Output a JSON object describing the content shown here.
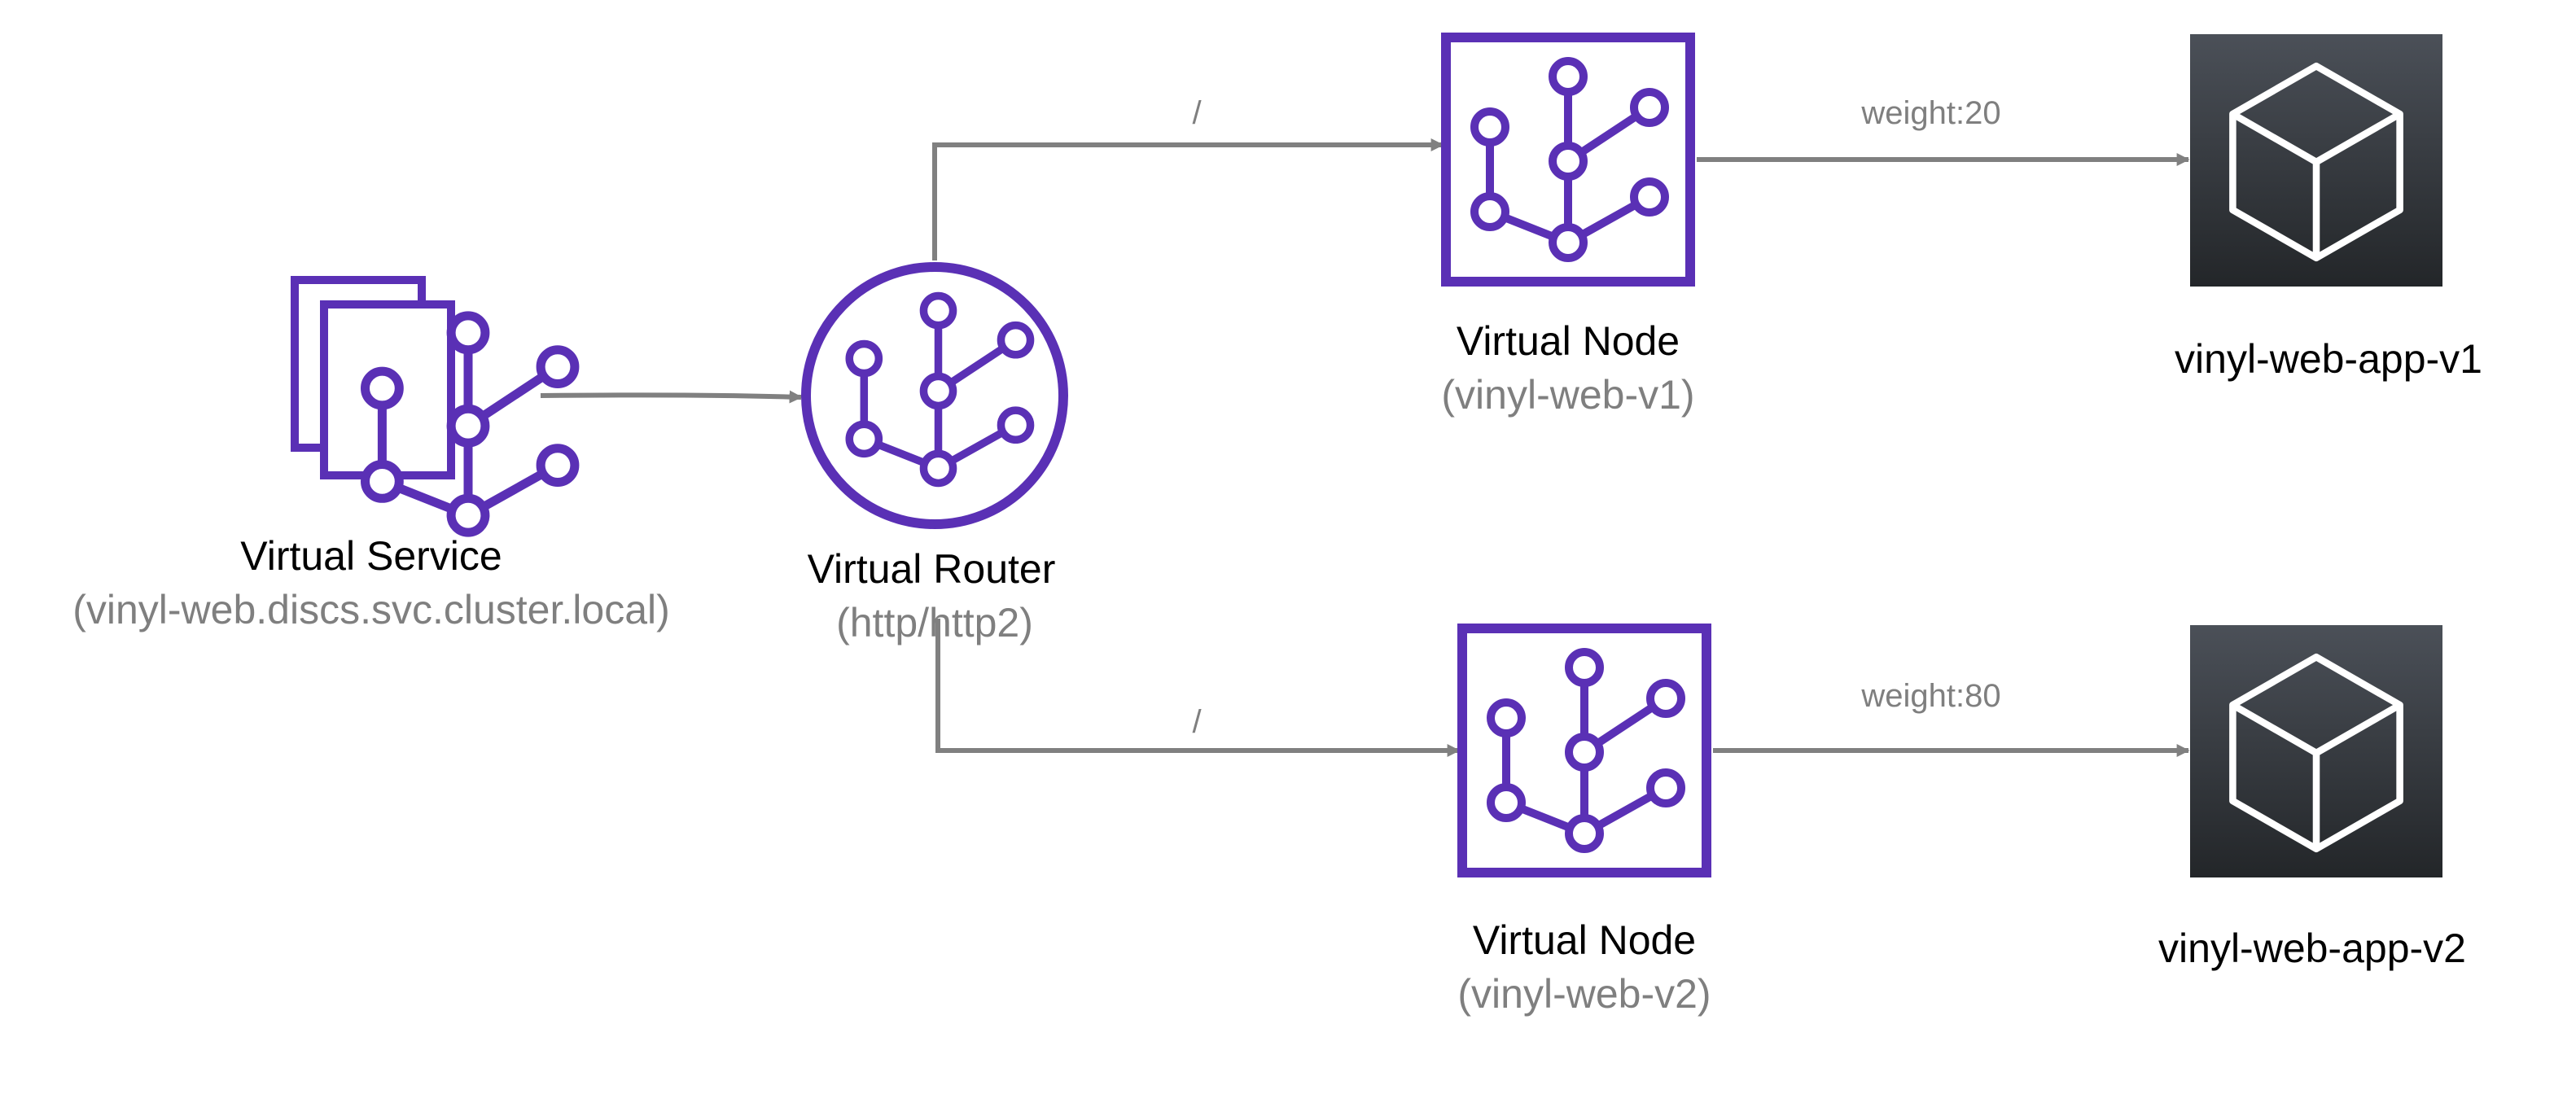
{
  "colors": {
    "mesh_purple": "#5a30b5",
    "arrow_gray": "#808080",
    "label_gray": "#7f7f7f",
    "tile_top": "#4b5058",
    "tile_bottom": "#232629"
  },
  "nodes": {
    "virtual_service": {
      "title": "Virtual Service",
      "subtitle": "(vinyl-web.discs.svc.cluster.local)",
      "icon": "virtual-service-icon"
    },
    "virtual_router": {
      "title": "Virtual Router",
      "subtitle": "(http/http2)",
      "icon": "virtual-router-icon"
    },
    "virtual_node_v1": {
      "title": "Virtual Node",
      "subtitle": "(vinyl-web-v1)",
      "icon": "virtual-node-icon"
    },
    "virtual_node_v2": {
      "title": "Virtual Node",
      "subtitle": "(vinyl-web-v2)",
      "icon": "virtual-node-icon"
    },
    "app_v1": {
      "title": "vinyl-web-app-v1",
      "icon": "cube-icon"
    },
    "app_v2": {
      "title": "vinyl-web-app-v2",
      "icon": "cube-icon"
    }
  },
  "edges": {
    "router_to_v1": {
      "label": "/"
    },
    "router_to_v2": {
      "label": "/"
    },
    "v1_to_app": {
      "label": "weight:20"
    },
    "v2_to_app": {
      "label": "weight:80"
    }
  }
}
